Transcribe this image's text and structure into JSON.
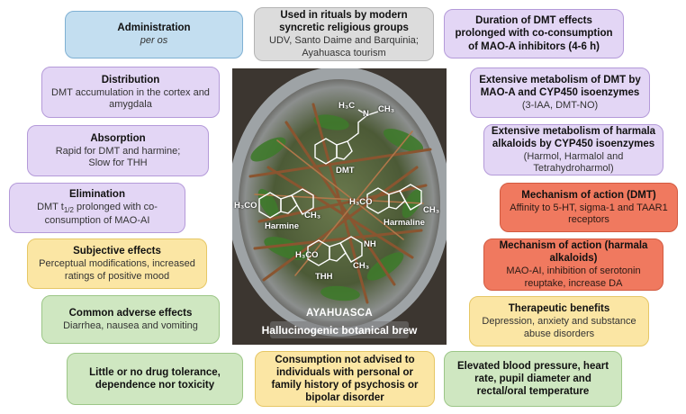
{
  "center": {
    "title": "AYAHUASCA",
    "subtitle": "Hallucinogenic botanical brew",
    "molecules": {
      "dmt": "DMT",
      "harmine": "Harmine",
      "harmaline": "Harmaline",
      "thh": "THH",
      "ch3": "CH₃",
      "h3co": "H₃CO",
      "h3c": "H₃C",
      "n": "N",
      "nh": "NH",
      "h": "H"
    }
  },
  "left": {
    "administration": {
      "title": "Administration",
      "body": "per os"
    },
    "distribution": {
      "title": "Distribution",
      "body": "DMT accumulation in the cortex and amygdala"
    },
    "absorption": {
      "title": "Absorption",
      "body1": "Rapid for DMT and harmine;",
      "body2": "Slow for THH"
    },
    "elimination": {
      "title": "Elimination",
      "body_pre": "DMT t",
      "body_sub": "1/2",
      "body_post": " prolonged with co-consumption of MAO-AI"
    },
    "subjective": {
      "title": "Subjective effects",
      "body": "Perceptual modifications, increased ratings of positive mood"
    },
    "adverse": {
      "title": "Common adverse effects",
      "body": "Diarrhea, nausea and vomiting"
    }
  },
  "top": {
    "rituals": {
      "title": "Used in rituals by modern syncretic religious groups",
      "body": "UDV, Santo Daime and Barquinia; Ayahuasca tourism"
    }
  },
  "right": {
    "duration": {
      "title": "Duration of DMT effects prolonged with co-consumption of MAO-A inhibitors (4-6 h)"
    },
    "metab_dmt": {
      "title": "Extensive metabolism of DMT by MAO-A and CYP450 isoenzymes",
      "body": "(3-IAA, DMT-NO)"
    },
    "metab_harm": {
      "title": "Extensive metabolism of harmala alkaloids by CYP450 isoenzymes",
      "body": "(Harmol, Harmalol and Tetrahydroharmol)"
    },
    "moa_dmt": {
      "title": "Mechanism of action (DMT)",
      "body": "Affinity to 5-HT, sigma-1 and TAAR1 receptors"
    },
    "moa_harm": {
      "title": "Mechanism of action (harmala alkaloids)",
      "body": "MAO-AI, inhibition of serotonin reuptake, increase DA"
    },
    "therapeutic": {
      "title": "Therapeutic benefits",
      "body": "Depression, anxiety and substance abuse disorders"
    }
  },
  "bottom": {
    "tolerance": {
      "title": "Little or no drug tolerance, dependence nor toxicity"
    },
    "consumption": {
      "title": "Consumption not advised to individuals with personal or family history of psychosis or bipolar disorder"
    },
    "cardio": {
      "title": "Elevated blood pressure, heart rate, pupil diameter and rectal/oral temperature"
    }
  }
}
